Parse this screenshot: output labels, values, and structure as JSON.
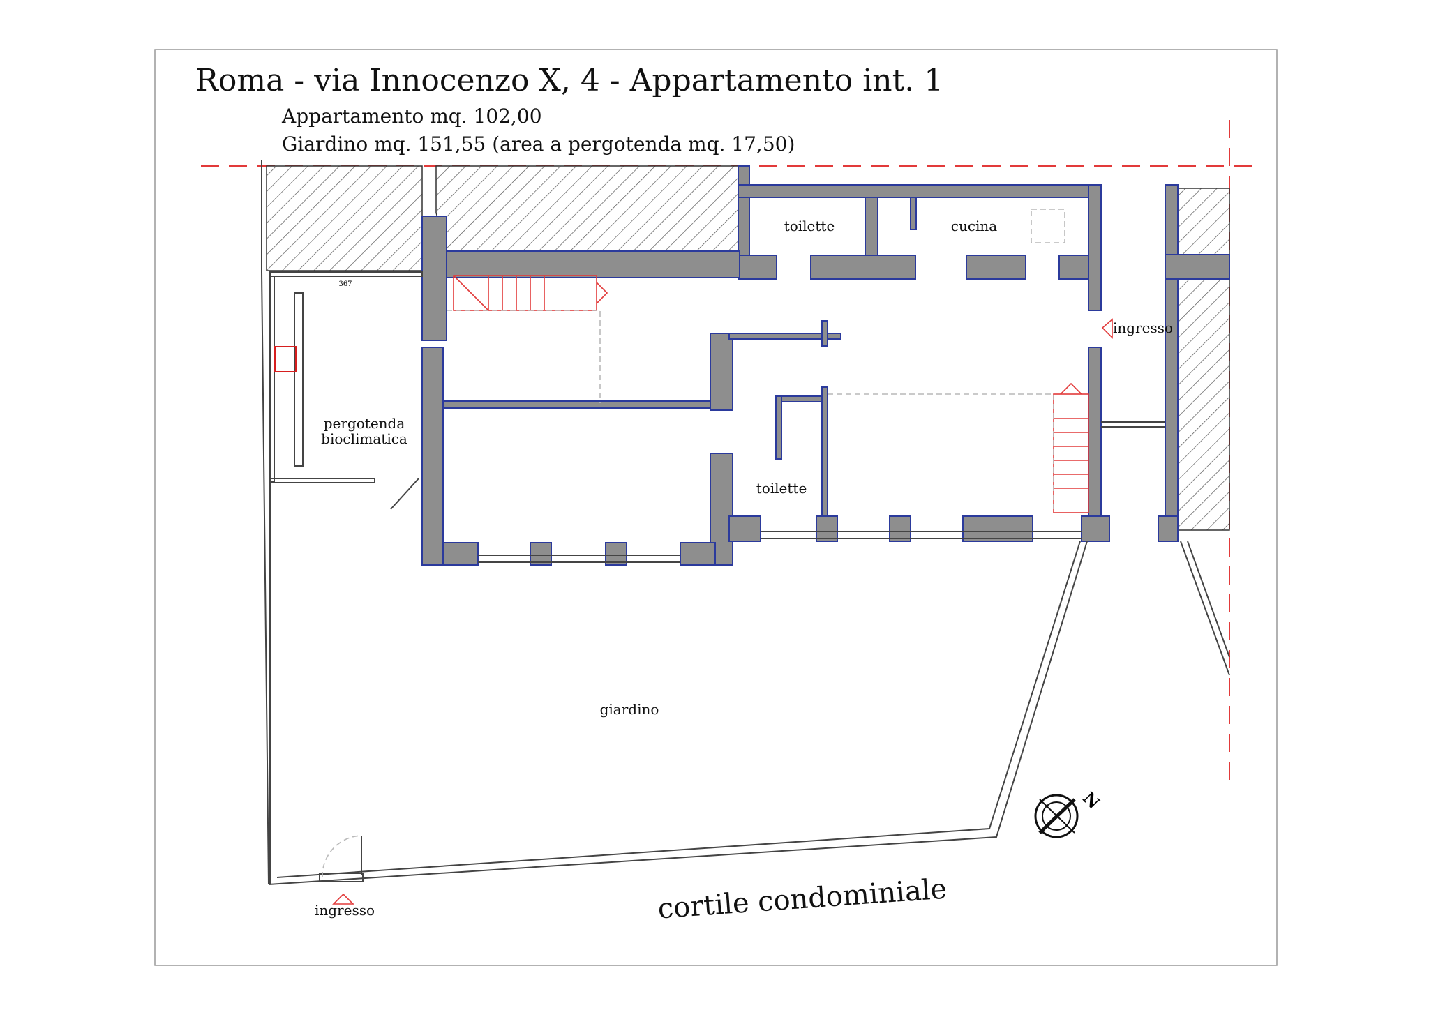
{
  "title": "Roma - via Innocenzo X, 4 - Appartamento int. 1",
  "surfaces": {
    "line1": "Appartamento mq. 102,00",
    "line2": "Giardino mq. 151,55 (area a pergotenda mq. 17,50)"
  },
  "rooms": {
    "toilette_top": "toilette",
    "cucina": "cucina",
    "ingresso_right": "ingresso",
    "pergotenda_1": "pergotenda",
    "pergotenda_2": "bioclimatica",
    "toilette_mid": "toilette",
    "giardino": "giardino",
    "ingresso_bottom": "ingresso"
  },
  "dimension": "367",
  "courtyard": "cortile condominiale",
  "compass_label": "N",
  "colors": {
    "wall_fill": "#8e8e8e",
    "wall_outline": "#2b3a9c",
    "accent_red": "#e23a3a"
  }
}
